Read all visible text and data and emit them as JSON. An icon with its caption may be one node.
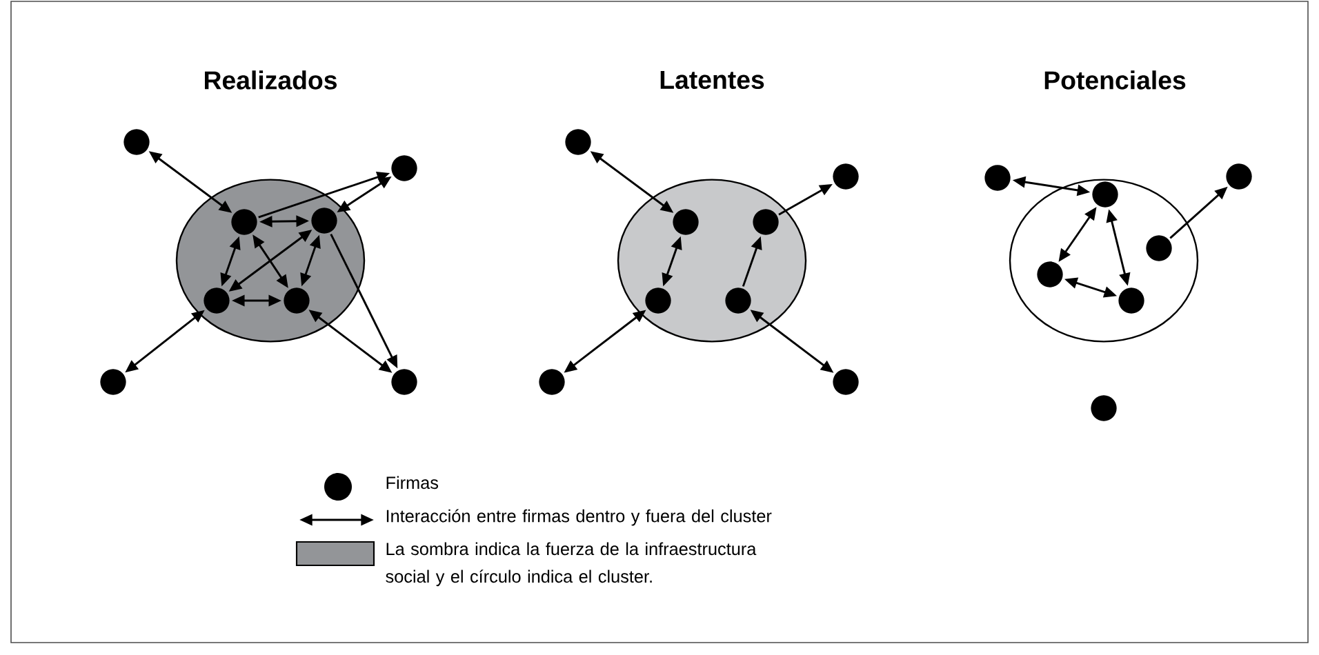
{
  "diagram": {
    "nodes": [
      {
        "text": [],
        "shape": "ellipse"
      },
      {
        "text": [],
        "shape": "circle"
      },
      {
        "text": [],
        "shape": "circle"
      },
      {
        "text": [],
        "shape": "circle",
        "in": 0
      },
      {
        "text": [],
        "shape": "circle",
        "in": 0
      },
      {
        "text": [],
        "shape": "circle",
        "in": 0
      },
      {
        "text": [],
        "shape": "circle",
        "in": 0
      },
      {
        "text": [],
        "shape": "circle"
      },
      {
        "text": [],
        "shape": "circle"
      },
      {
        "text": [],
        "shape": "ellipse"
      },
      {
        "text": [],
        "shape": "circle"
      },
      {
        "text": [],
        "shape": "circle"
      },
      {
        "text": [],
        "shape": "circle",
        "in": 9
      },
      {
        "text": [],
        "shape": "circle",
        "in": 9
      },
      {
        "text": [],
        "shape": "circle",
        "in": 9
      },
      {
        "text": [],
        "shape": "circle",
        "in": 9
      },
      {
        "text": [],
        "shape": "circle"
      },
      {
        "text": [],
        "shape": "circle"
      },
      {
        "text": [],
        "shape": "ellipse"
      },
      {
        "text": [],
        "shape": "circle"
      },
      {
        "text": [],
        "shape": "circle"
      },
      {
        "text": [],
        "shape": "circle",
        "in": 18
      },
      {
        "text": [],
        "shape": "circle",
        "in": 18
      },
      {
        "text": [],
        "shape": "circle",
        "in": 18
      },
      {
        "text": [],
        "shape": "circle",
        "in": 18
      },
      {
        "text": [],
        "shape": "circle"
      }
    ],
    "edges": [
      {
        "from": 1,
        "to": 3,
        "arrow": "both"
      },
      {
        "from": 3,
        "to": 2,
        "arrow": "to"
      },
      {
        "from": 4,
        "to": 2,
        "arrow": "both"
      },
      {
        "from": 3,
        "to": 4,
        "arrow": "both"
      },
      {
        "from": 3,
        "to": 5,
        "arrow": "both"
      },
      {
        "from": 3,
        "to": 6,
        "arrow": "both"
      },
      {
        "from": 5,
        "to": 4,
        "arrow": "both"
      },
      {
        "from": 4,
        "to": 6,
        "arrow": "both"
      },
      {
        "from": 5,
        "to": 6,
        "arrow": "both"
      },
      {
        "from": 7,
        "to": 5,
        "arrow": "both"
      },
      {
        "from": 6,
        "to": 8,
        "arrow": "both"
      },
      {
        "from": 4,
        "to": 8,
        "arrow": "to"
      },
      {
        "from": 10,
        "to": 12,
        "arrow": "both"
      },
      {
        "from": 13,
        "to": 11,
        "arrow": "to"
      },
      {
        "from": 14,
        "to": 12,
        "arrow": "both"
      },
      {
        "from": 15,
        "to": 13,
        "arrow": "to"
      },
      {
        "from": 16,
        "to": 14,
        "arrow": "both"
      },
      {
        "from": 15,
        "to": 17,
        "arrow": "both"
      },
      {
        "from": 19,
        "to": 21,
        "arrow": "both"
      },
      {
        "from": 21,
        "to": 23,
        "arrow": "both"
      },
      {
        "from": 21,
        "to": 24,
        "arrow": "both"
      },
      {
        "from": 23,
        "to": 24,
        "arrow": "both"
      },
      {
        "from": 22,
        "to": 20,
        "arrow": "to"
      }
    ],
    "labels": [
      "Realizados",
      "Latentes",
      "Potenciales"
    ],
    "legend": [
      {
        "text": "Firmas"
      },
      {
        "text": "Interacción entre firmas dentro y fuera del cluster"
      },
      {
        "text": "La sombra indica la fuerza de la infraestructura social y el círculo indica el cluster.",
        "color": "#939598"
      }
    ]
  }
}
